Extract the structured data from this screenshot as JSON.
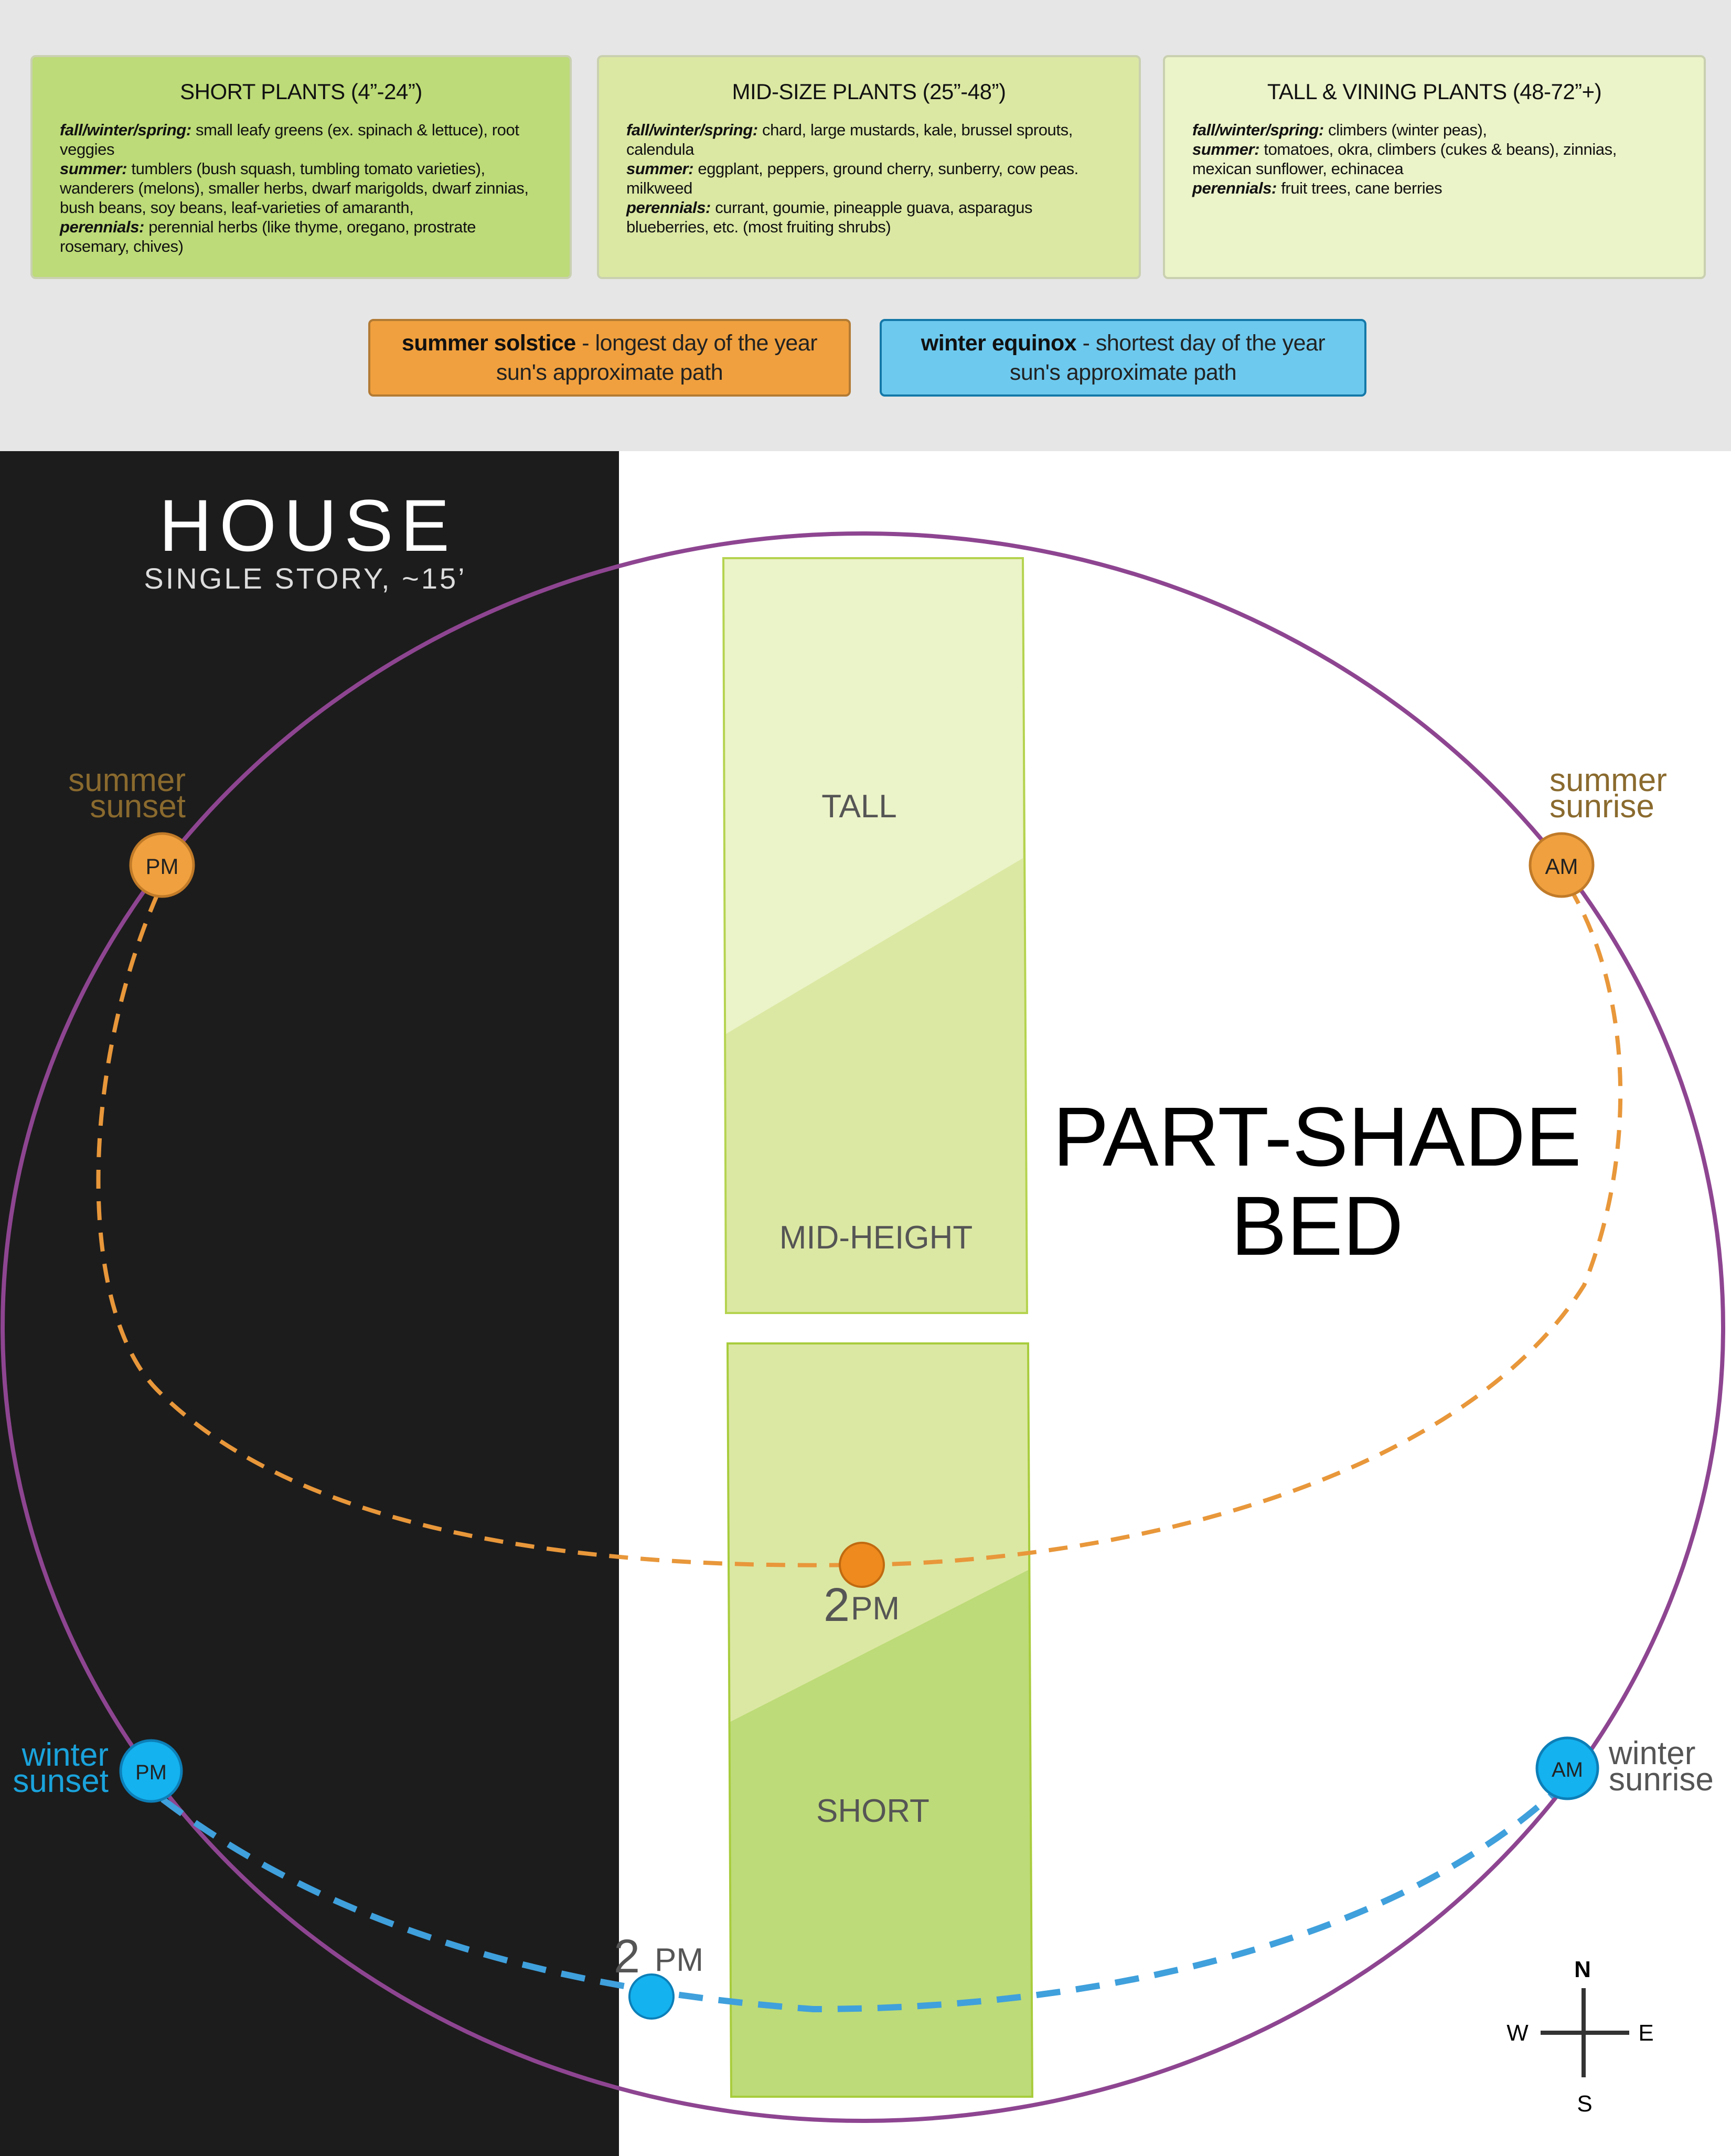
{
  "plant_boxes": [
    {
      "title": "SHORT PLANTS (4”-24”)",
      "color": "#bddb78",
      "rows": [
        {
          "label": "fall/winter/spring:",
          "text": " small leafy greens (ex. spinach & lettuce), root veggies"
        },
        {
          "label": "summer:",
          "text": " tumblers (bush squash, tumbling tomato varieties), wanderers (melons), smaller herbs, dwarf marigolds, dwarf zinnias, bush beans, soy beans, leaf-varieties of amaranth,"
        },
        {
          "label": "perennials:",
          "text": " perennial herbs (like thyme, oregano, prostrate rosemary, chives)"
        }
      ]
    },
    {
      "title": "MID-SIZE PLANTS (25”-48”)",
      "color": "#dbe8a3",
      "rows": [
        {
          "label": "fall/winter/spring:",
          "text": " chard, large mustards, kale, brussel sprouts, calendula"
        },
        {
          "label": "summer:",
          "text": " eggplant, peppers, ground cherry, sunberry, cow peas. milkweed"
        },
        {
          "label": "perennials:",
          "text": " currant, goumie, pineapple guava, asparagus blueberries, etc. (most fruiting shrubs)"
        }
      ]
    },
    {
      "title": "TALL & VINING PLANTS (48-72”+)",
      "color": "#ebf3c8",
      "rows": [
        {
          "label": "fall/winter/spring:",
          "text": "  climbers (winter peas),"
        },
        {
          "label": "summer:",
          "text": " tomatoes, okra, climbers (cukes & beans), zinnias, mexican sunflower, echinacea"
        },
        {
          "label": "perennials:",
          "text": " fruit trees, cane berries"
        }
      ]
    }
  ],
  "legend": {
    "summer": {
      "bold": "summer solstice",
      "text": " - longest day of the year",
      "line2": "sun's approximate path",
      "color": "#f0a03e"
    },
    "winter": {
      "bold": "winter equinox",
      "text": " - shortest day of the year",
      "line2": "sun's approximate path",
      "color": "#6ec9ee"
    }
  },
  "house": {
    "title": "HOUSE",
    "subtitle": "SINGLE STORY, ~15’",
    "color": "#1c1c1c"
  },
  "bed": {
    "title_line1": "PART-SHADE",
    "title_line2": "BED",
    "zones": {
      "tall": "TALL",
      "mid": "MID-HEIGHT",
      "short": "SHORT"
    }
  },
  "sun_markers": {
    "summer_sunset": {
      "line1": "summer",
      "line2": "sunset",
      "badge": "PM"
    },
    "summer_sunrise": {
      "line1": "summer",
      "line2": "sunrise",
      "badge": "AM"
    },
    "winter_sunset": {
      "line1": "winter",
      "line2": "sunset",
      "badge": "PM"
    },
    "winter_sunrise": {
      "line1": "winter",
      "line2": "sunrise",
      "badge": "AM"
    },
    "summer_2pm": {
      "num": "2",
      "unit": "PM"
    },
    "winter_2pm": {
      "num": "2",
      "unit": "PM"
    }
  },
  "colors": {
    "summer_path": "#e8973a",
    "winter_path": "#3fa0dc",
    "sky_ellipse": "#8e4591",
    "summer_label": "#8a6a2e",
    "winter_label": "#1aa3dc"
  },
  "compass": {
    "n": "N",
    "s": "S",
    "e": "E",
    "w": "W"
  }
}
